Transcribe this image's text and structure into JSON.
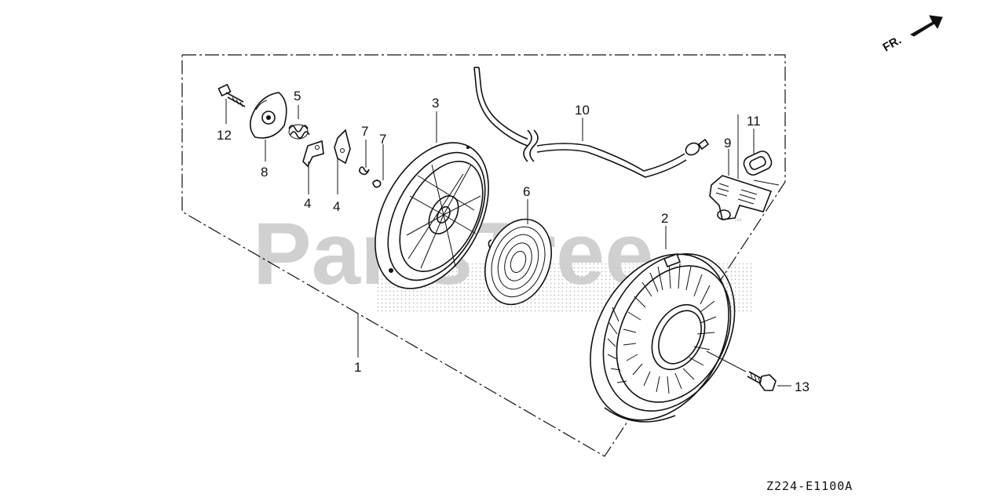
{
  "diagram": {
    "drawing_code": "Z224-E1100A",
    "direction_label": "FR.",
    "watermark": "PartsTree",
    "watermark_mark": "™",
    "callouts": {
      "c1": "1",
      "c2": "2",
      "c3": "3",
      "c4a": "4",
      "c4b": "4",
      "c5": "5",
      "c6": "6",
      "c7a": "7",
      "c7b": "7",
      "c8": "8",
      "c9": "9",
      "c10": "10",
      "c11": "11",
      "c12": "12",
      "c13": "13"
    }
  }
}
